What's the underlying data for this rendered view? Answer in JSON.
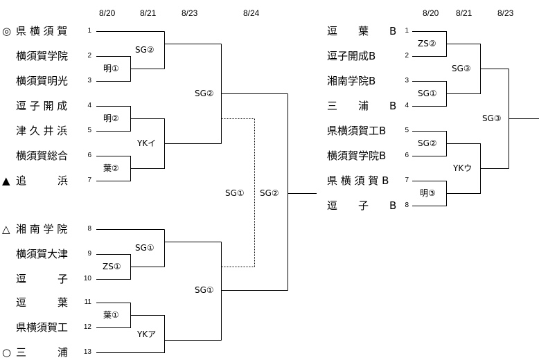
{
  "left_bracket": {
    "dates": [
      "8/20",
      "8/21",
      "8/23",
      "8/24"
    ],
    "teams": [
      {
        "seed": "1",
        "mark": "◎",
        "name": "県 横 須 賀"
      },
      {
        "seed": "2",
        "mark": "",
        "name": "横須賀学院"
      },
      {
        "seed": "3",
        "mark": "",
        "name": "横須賀明光"
      },
      {
        "seed": "4",
        "mark": "",
        "name": "逗 子 開 成"
      },
      {
        "seed": "5",
        "mark": "",
        "name": "津 久 井 浜"
      },
      {
        "seed": "6",
        "mark": "",
        "name": "横須賀総合"
      },
      {
        "seed": "7",
        "mark": "▲",
        "name": "追　　　浜"
      },
      {
        "seed": "8",
        "mark": "△",
        "name": "湘 南 学 院"
      },
      {
        "seed": "9",
        "mark": "",
        "name": "横須賀大津"
      },
      {
        "seed": "10",
        "mark": "",
        "name": "逗　　　子"
      },
      {
        "seed": "11",
        "mark": "",
        "name": "逗　　　葉"
      },
      {
        "seed": "12",
        "mark": "",
        "name": "県横須賀工"
      },
      {
        "seed": "13",
        "mark": "○",
        "name": "三　　　浦"
      }
    ],
    "matches": {
      "r1_2_3": "明①",
      "r1_4_5": "明②",
      "r1_6_7": "葉②",
      "r1_9_10": "ZS①",
      "r1_11_12": "葉①",
      "r2_top": "SG②",
      "r2_4to7": "YKイ",
      "r2_8to10": "SG①",
      "r2_11to13": "YKア",
      "semi_top": "SG②",
      "semi_bottom": "SG①",
      "alt_final": "SG①",
      "final": "SG②"
    }
  },
  "right_bracket": {
    "dates": [
      "8/20",
      "8/21",
      "8/23"
    ],
    "teams": [
      {
        "seed": "1",
        "name": "逗　　葉　　B"
      },
      {
        "seed": "2",
        "name": "逗子開成B"
      },
      {
        "seed": "3",
        "name": "湘南学院B"
      },
      {
        "seed": "4",
        "name": "三　　浦　　B"
      },
      {
        "seed": "5",
        "name": "県横須賀工B"
      },
      {
        "seed": "6",
        "name": "横須賀学院B"
      },
      {
        "seed": "7",
        "name": "県 横 須 賀 B"
      },
      {
        "seed": "8",
        "name": "逗　　子　　B"
      }
    ],
    "matches": {
      "r1_1_2": "ZS②",
      "r1_3_4": "SG①",
      "r1_5_6": "SG②",
      "r1_7_8": "明③",
      "r2_top": "SG③",
      "r2_bottom": "YKウ",
      "final": "SG③"
    }
  }
}
